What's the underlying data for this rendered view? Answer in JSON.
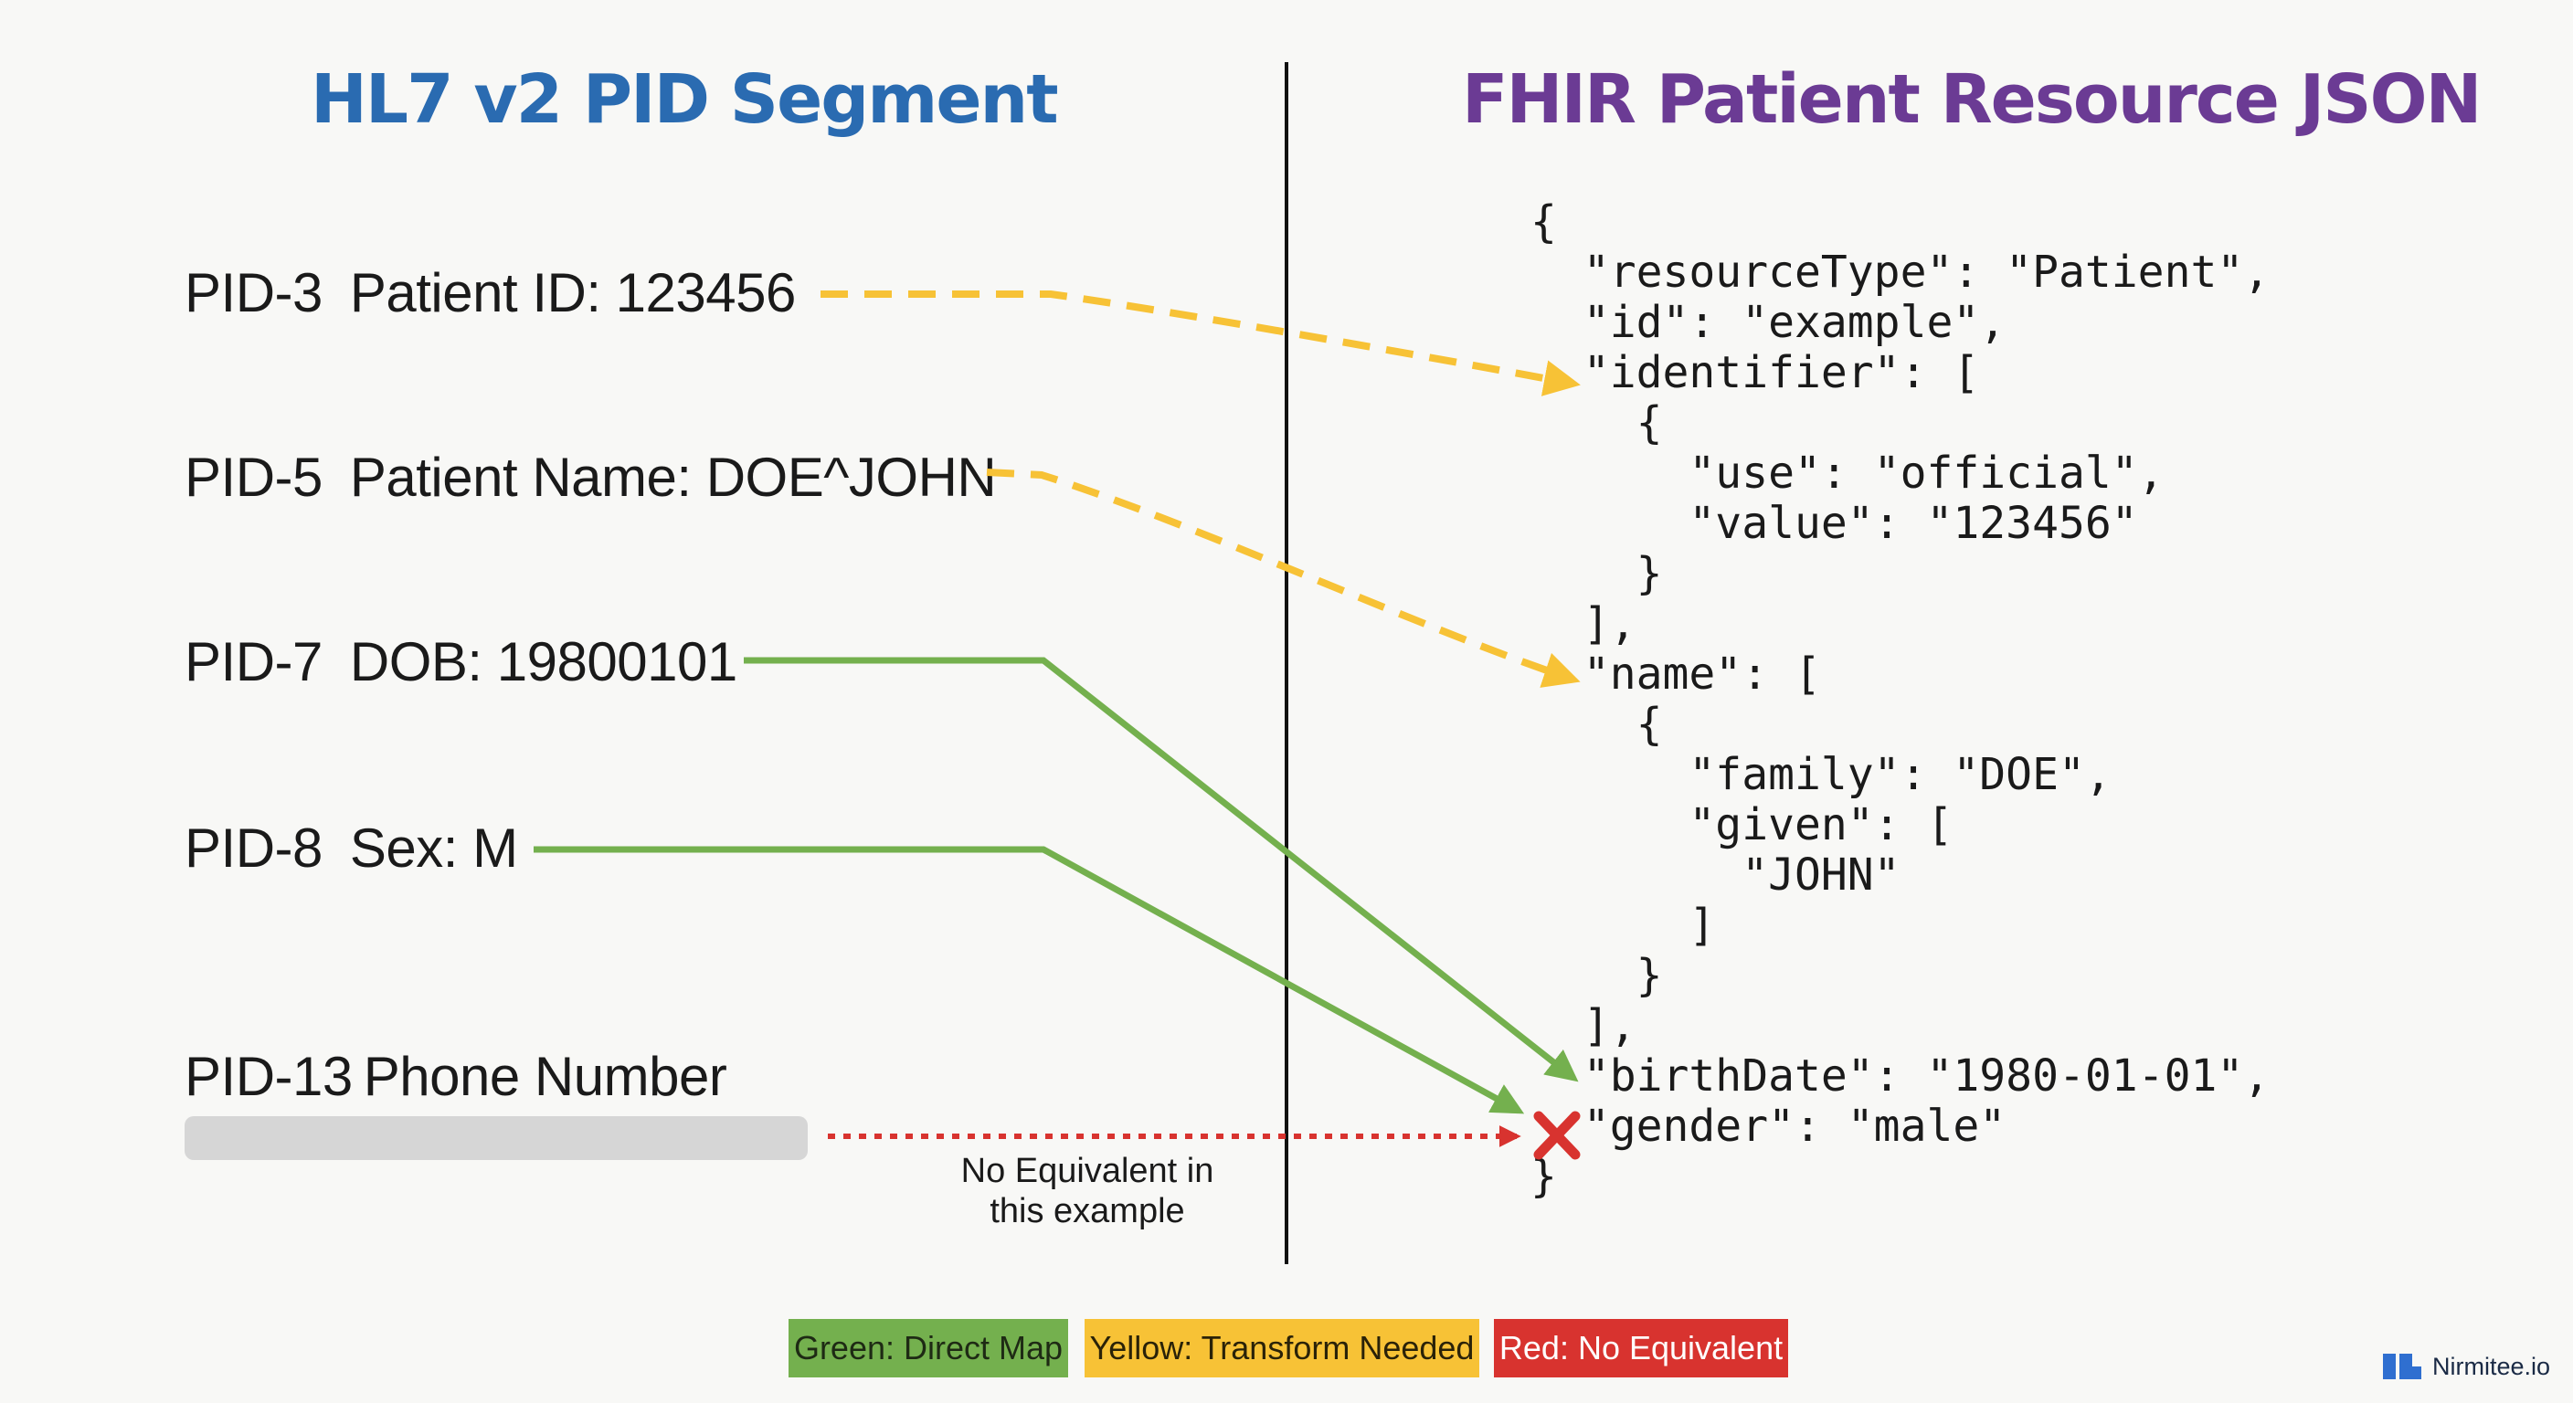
{
  "left_title": "HL7 v2 PID Segment",
  "right_title": "FHIR Patient Resource JSON",
  "fields": [
    {
      "tag": "PID-3",
      "desc": "Patient ID: 123456"
    },
    {
      "tag": "PID-5",
      "desc": "Patient Name: DOE^JOHN"
    },
    {
      "tag": "PID-7",
      "desc": "DOB: 19800101"
    },
    {
      "tag": "PID-8",
      "desc": "Sex: M"
    },
    {
      "tag": "PID-13",
      "desc": "Phone Number"
    }
  ],
  "json_lines": [
    "{",
    "  \"resourceType\": \"Patient\",",
    "  \"id\": \"example\",",
    "  \"identifier\": [",
    "    {",
    "      \"use\": \"official\",",
    "      \"value\": \"123456\"",
    "    }",
    "  ],",
    "  \"name\": [",
    "    {",
    "      \"family\": \"DOE\",",
    "      \"given\": [",
    "        \"JOHN\"",
    "      ]",
    "    }",
    "  ],",
    "  \"birthDate\": \"1980-01-01\",",
    "  \"gender\": \"male\"",
    "}"
  ],
  "no_equivalent_note": "No Equivalent in this example",
  "legend": {
    "green": "Green: Direct Map",
    "yellow": "Yellow: Transform Needed",
    "red": "Red: No Equivalent"
  },
  "colors": {
    "direct_map": "#74b04e",
    "transform": "#f7c236",
    "no_equivalent": "#d8332f",
    "left_title": "#2a6bb1",
    "right_title": "#6b3b94"
  },
  "mappings": [
    {
      "from": "PID-3",
      "to": "identifier",
      "kind": "transform"
    },
    {
      "from": "PID-5",
      "to": "name",
      "kind": "transform"
    },
    {
      "from": "PID-7",
      "to": "birthDate",
      "kind": "direct_map"
    },
    {
      "from": "PID-8",
      "to": "gender",
      "kind": "direct_map"
    },
    {
      "from": "PID-13",
      "to": "none",
      "kind": "no_equivalent"
    }
  ],
  "brand": "Nirmitee.io"
}
